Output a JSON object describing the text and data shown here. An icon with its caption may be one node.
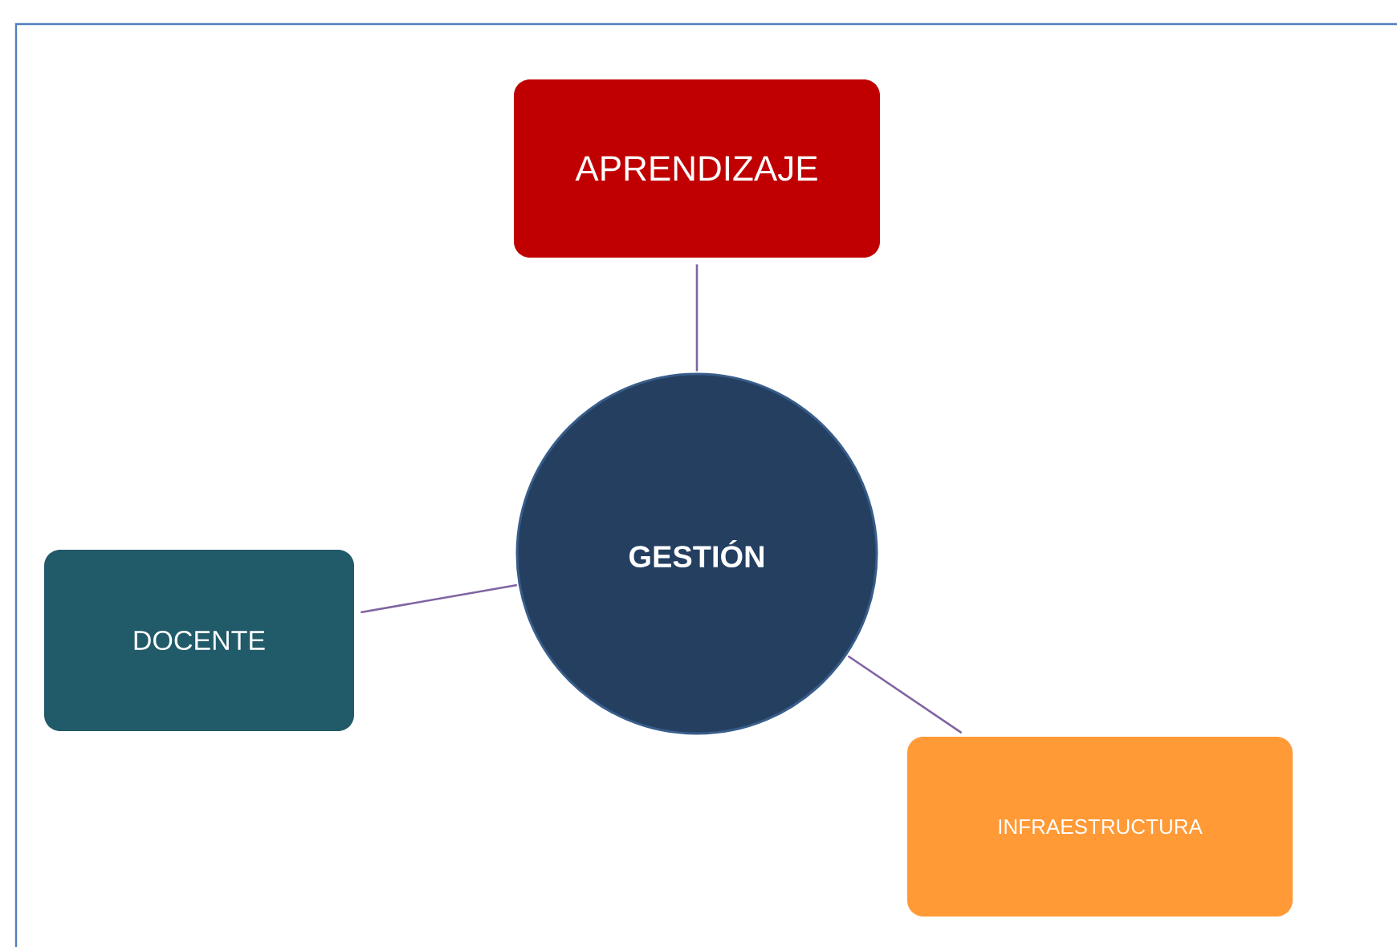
{
  "diagram": {
    "nodes": [
      {
        "text": [
          "GESTIÓN"
        ]
      },
      {
        "text": [
          "APRENDIZAJE"
        ]
      },
      {
        "text": [
          "DOCENTE"
        ]
      },
      {
        "text": [
          "INFRAESTRUCTURA"
        ]
      }
    ],
    "edges": [
      {
        "from": 0,
        "to": 1,
        "arrow": "none"
      },
      {
        "from": 0,
        "to": 2,
        "arrow": "none"
      },
      {
        "from": 0,
        "to": 3,
        "arrow": "none"
      }
    ]
  }
}
